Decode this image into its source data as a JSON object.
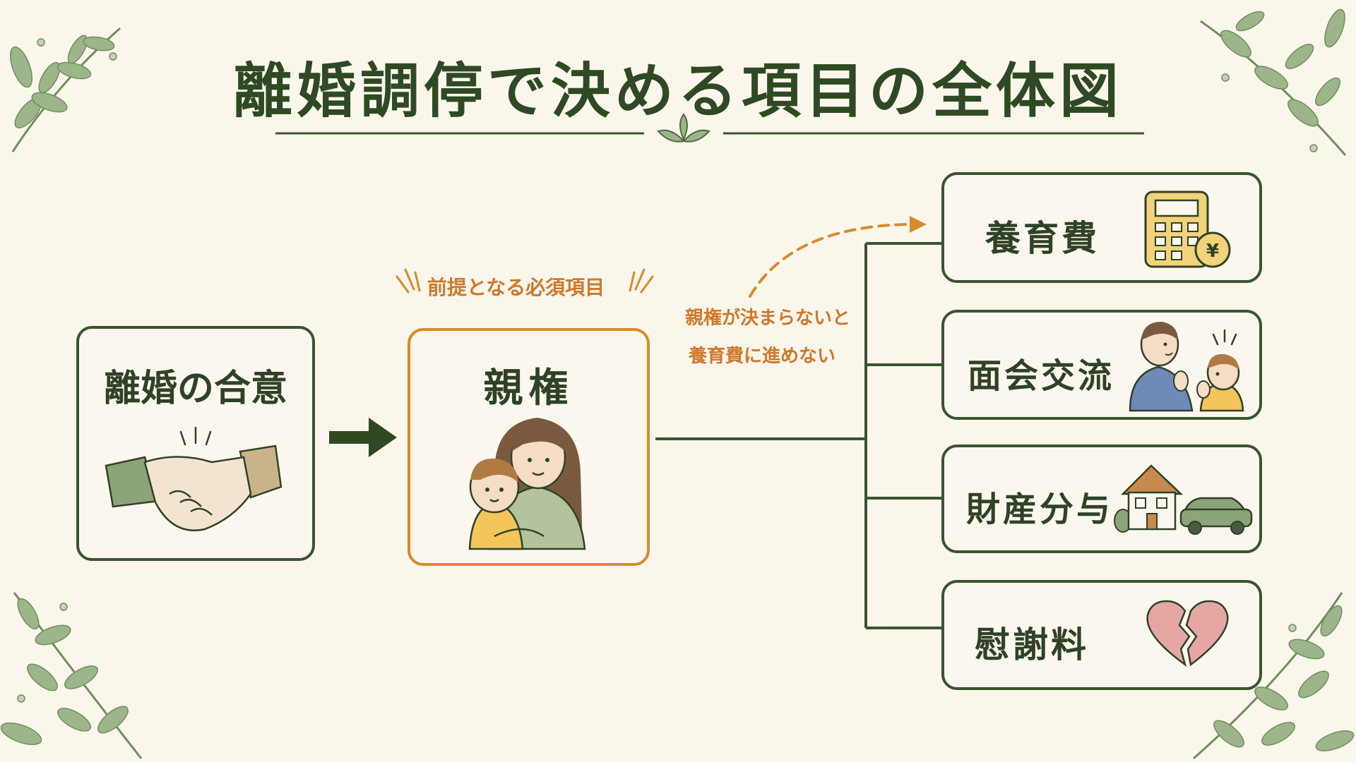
{
  "title": "離婚調停で決める項目の全体図",
  "nodes": {
    "agreement": "離婚の合意",
    "custody": "親権",
    "custody_badge": "前提となる必須項目",
    "note_line1": "親権が決まらないと",
    "note_line2": "養育費に進めない",
    "child_support": "養育費",
    "visitation": "面会交流",
    "property_division": "財産分与",
    "consolation_money": "慰謝料"
  },
  "icons": {
    "agreement": "handshake-icon",
    "custody": "mother-child-icon",
    "child_support": "calculator-yen-icon",
    "visitation": "father-child-icon",
    "property_division": "house-car-icon",
    "consolation_money": "broken-heart-icon"
  },
  "colors": {
    "primary": "#3a5530",
    "accent": "#d98a2b",
    "background": "#faf6ec"
  }
}
